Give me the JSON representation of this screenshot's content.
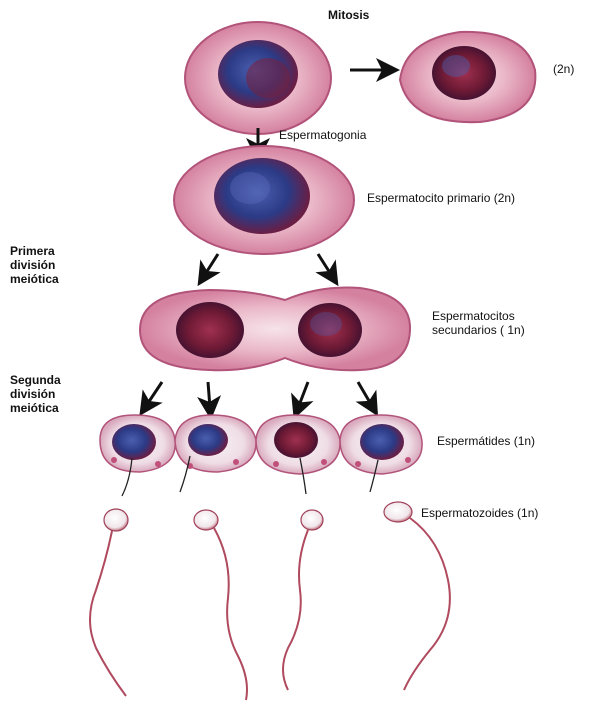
{
  "title": "Mitosis",
  "labels": {
    "two_n": "(2n)",
    "spermatogonia": "Espermatogonia",
    "primary": "Espermatocito primario (2n)",
    "first_division": [
      "Primera",
      "división",
      "meiótica"
    ],
    "secondary": [
      "Espermatocitos",
      "secundarios ( 1n)"
    ],
    "second_division": [
      "Segunda",
      "división",
      "meiótica"
    ],
    "spermatids": "Espermátides (1n)",
    "spermatozoa": "Espermatozoides (1n)"
  },
  "icons": [
    "cell-icon",
    "arrow-icon",
    "sperm-icon"
  ],
  "colors": {
    "cytoplasm": "#e8a9be",
    "cytoplasm_light": "#f3d7e1",
    "cell_edge": "#c25a80",
    "nucleus_blue": "#2f3f8a",
    "nucleus_red": "#7a1f3a",
    "arrow": "#111111",
    "tail": "#b04a5e"
  }
}
